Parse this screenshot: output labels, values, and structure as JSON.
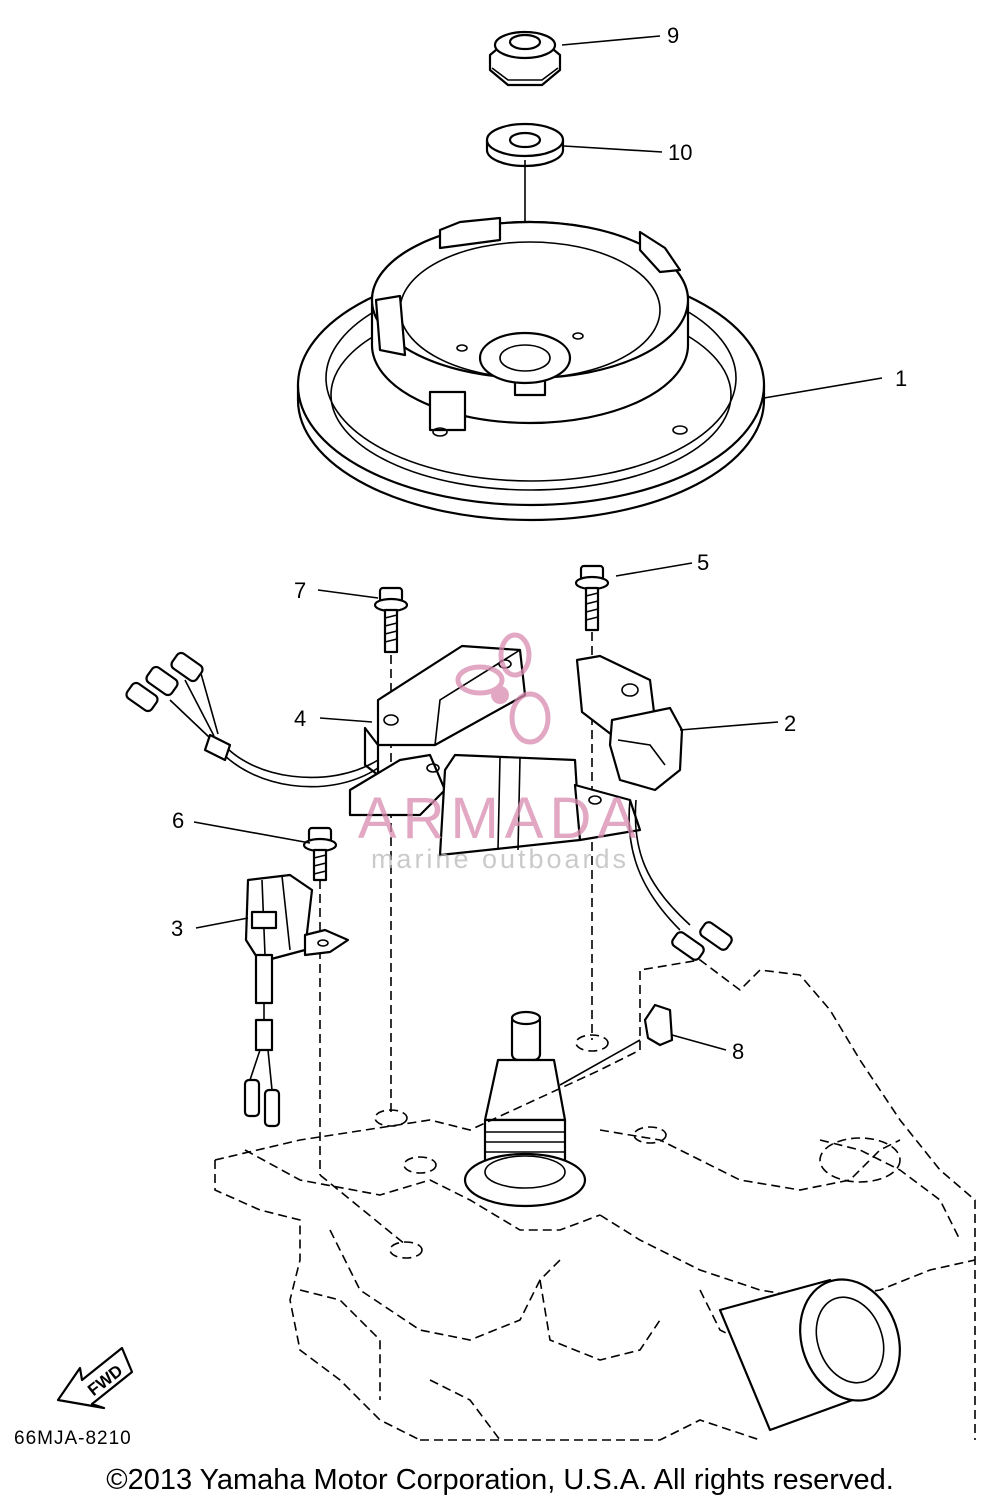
{
  "diagram": {
    "callouts": [
      "1",
      "2",
      "3",
      "4",
      "5",
      "6",
      "7",
      "8",
      "9",
      "10"
    ],
    "fwd_label": "FWD",
    "code": "66MJA-8210",
    "watermark": {
      "title": "ARMADA",
      "subtitle": "marine outboards",
      "color": "#d98cb0"
    },
    "copyright": "©2013 Yamaha Motor Corporation, U.S.A. All rights reserved."
  }
}
